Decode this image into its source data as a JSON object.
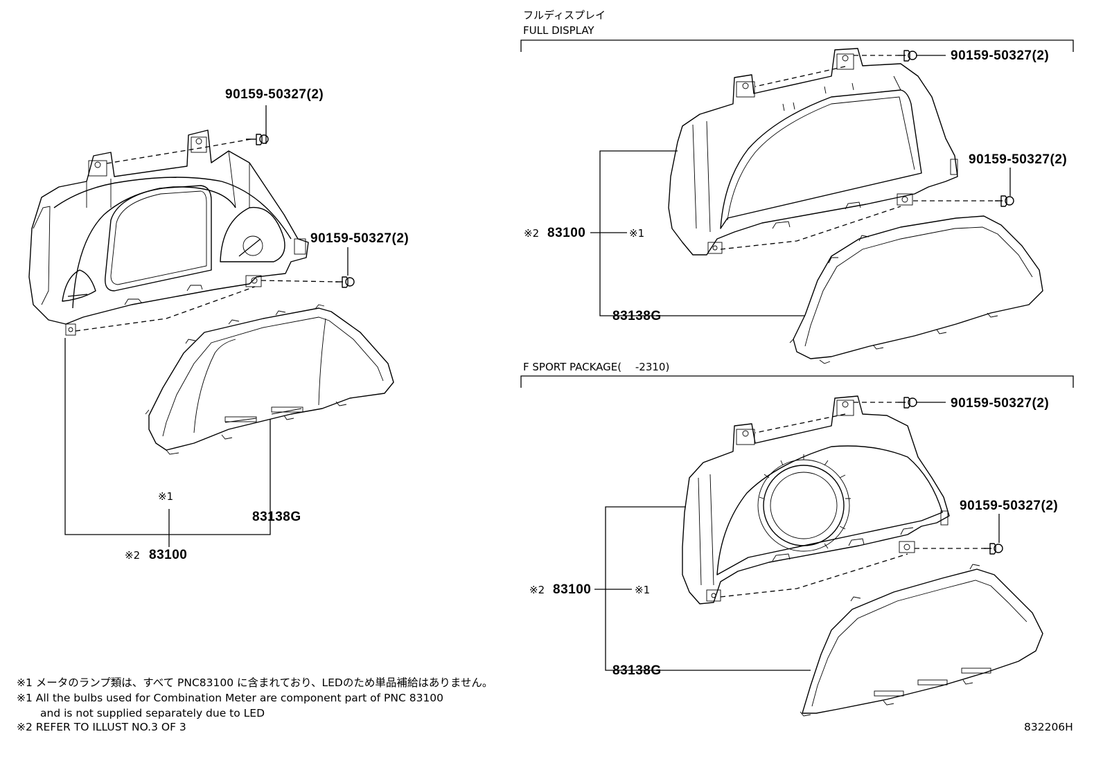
{
  "sections": {
    "full_display_jp": "フルディスプレイ",
    "full_display_en": "FULL DISPLAY",
    "f_sport": "F SPORT PACKAGE(　 -2310)"
  },
  "left": {
    "screw_top": "90159-50327(2)",
    "screw_right": "90159-50327(2)",
    "note_mark": "※1",
    "lens_pn": "83138G",
    "meter_mark": "※2",
    "meter_pn": "83100"
  },
  "full_display": {
    "screw_top": "90159-50327(2)",
    "screw_right": "90159-50327(2)",
    "meter_mark": "※2",
    "meter_pn": "83100",
    "note_mark": "※1",
    "lens_pn": "83138G"
  },
  "f_sport": {
    "screw_top": "90159-50327(2)",
    "screw_right": "90159-50327(2)",
    "meter_mark": "※2",
    "meter_pn": "83100",
    "note_mark": "※1",
    "lens_pn": "83138G"
  },
  "notes": {
    "line1": "※1 メータのランプ類は、すべて PNC83100 に含まれており、LEDのため単品補給はありません。",
    "line2": "※1 All the bulbs used for Combination Meter are component part of PNC 83100",
    "line3": "and is not supplied separately due to LED",
    "line4": "※2 REFER TO ILLUST NO.3 OF 3"
  },
  "illust_id": "832206H"
}
